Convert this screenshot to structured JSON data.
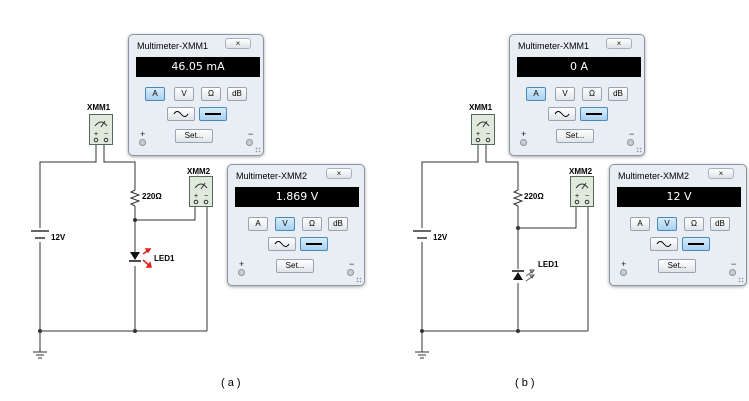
{
  "panels": [
    {
      "caption": "( a )",
      "source_label": "12V",
      "resistor_label": "220Ω",
      "led_label": "LED1",
      "led_state": "lit",
      "xmm1": {
        "icon_label": "XMM1",
        "window": {
          "title": "Multimeter-XMM1",
          "close_label": "×",
          "reading": "46.05 mA",
          "modes": [
            "A",
            "V",
            "Ω",
            "dB"
          ],
          "selected_mode": "A",
          "set_label": "Set...",
          "plus": "+",
          "minus": "−",
          "wave_selected": "dc"
        }
      },
      "xmm2": {
        "icon_label": "XMM2",
        "window": {
          "title": "Multimeter-XMM2",
          "close_label": "×",
          "reading": "1.869 V",
          "modes": [
            "A",
            "V",
            "Ω",
            "dB"
          ],
          "selected_mode": "V",
          "set_label": "Set...",
          "plus": "+",
          "minus": "−",
          "wave_selected": "dc"
        }
      }
    },
    {
      "caption": "( b )",
      "source_label": "12V",
      "resistor_label": "220Ω",
      "led_label": "LED1",
      "led_state": "off",
      "xmm1": {
        "icon_label": "XMM1",
        "window": {
          "title": "Multimeter-XMM1",
          "close_label": "×",
          "reading": "0 A",
          "modes": [
            "A",
            "V",
            "Ω",
            "dB"
          ],
          "selected_mode": "A",
          "set_label": "Set...",
          "plus": "+",
          "minus": "−",
          "wave_selected": "dc"
        }
      },
      "xmm2": {
        "icon_label": "XMM2",
        "window": {
          "title": "Multimeter-XMM2",
          "close_label": "×",
          "reading": "12 V",
          "modes": [
            "A",
            "V",
            "Ω",
            "dB"
          ],
          "selected_mode": "V",
          "set_label": "Set...",
          "plus": "+",
          "minus": "−",
          "wave_selected": "dc"
        }
      }
    }
  ],
  "colors": {
    "wire": "#333333",
    "led_lit_arrows": "#e0201c",
    "display_bg": "#000000",
    "selected_button": "#a8d0f0"
  }
}
